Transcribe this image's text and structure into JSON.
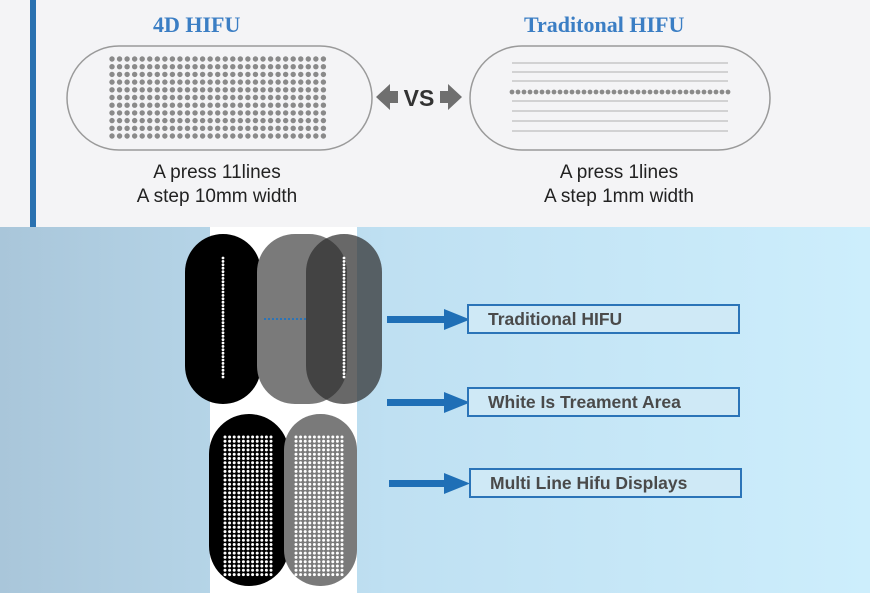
{
  "header": {
    "left_title": "4D HIFU",
    "right_title": "Traditonal HIFU",
    "vs_label": "VS"
  },
  "left_caption": {
    "line1": "A press 11lines",
    "line2": "A step 10mm width"
  },
  "right_caption": {
    "line1": "A press 1lines",
    "line2": "A step 1mm width"
  },
  "callouts": [
    {
      "label": "Traditional HIFU"
    },
    {
      "label": "White Is Treament Area"
    },
    {
      "label": "Multi Line Hifu Displays"
    }
  ],
  "colors": {
    "accent": "#2b74b8",
    "title": "#3b7ec4",
    "dot": "#888888"
  }
}
